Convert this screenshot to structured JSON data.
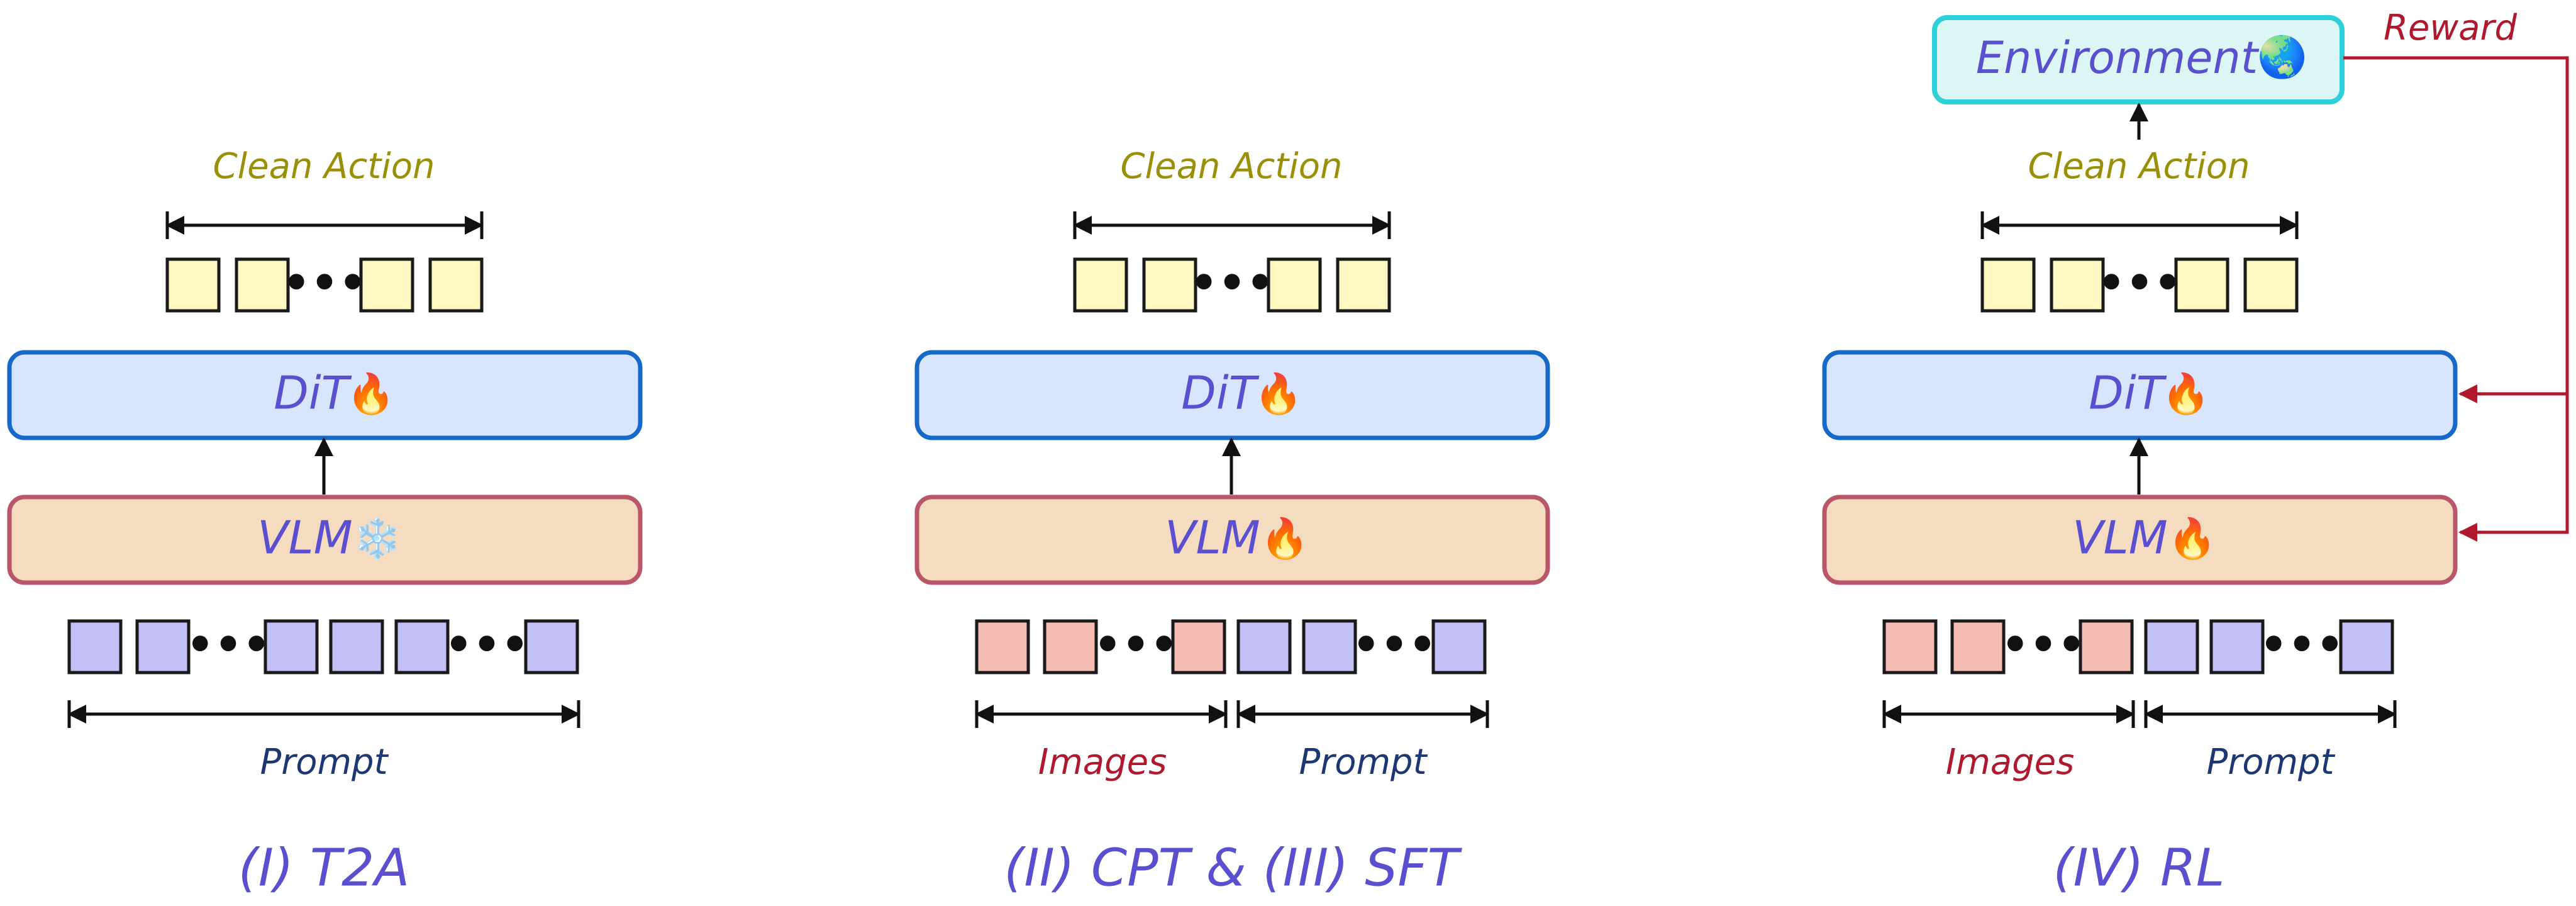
{
  "colors": {
    "action_fill": "#fff8c2",
    "token_stroke": "#1a1a1a",
    "prompt_fill": "#c3c0f8",
    "image_fill": "#f5bcb4",
    "dit_fill": "#d8e6fd",
    "dit_stroke": "#1769c9",
    "vlm_fill": "#f5dcc0",
    "vlm_stroke": "#b9566a",
    "env_fill": "#dcf5f5",
    "env_stroke": "#2cd0d8",
    "label_purple": "#5a4fcf",
    "label_olive": "#9a9008",
    "label_navy": "#1d3774",
    "label_red": "#b0182e",
    "reward": "#b0182e"
  },
  "icons": {
    "fire": "🔥",
    "snowflake": "❄️",
    "globe": "🌏",
    "ellipsis": "•••"
  },
  "panels": [
    {
      "caption": "(I) T2A",
      "action_label": "Clean Action",
      "dit_label": "DiT",
      "dit_icon": "fire-icon",
      "vlm_label": "VLM",
      "vlm_icon": "snowflake-icon",
      "input_groups": [
        {
          "kind": "prompt",
          "label": "Prompt",
          "tokens_before": 2,
          "tokens_after": 3,
          "trailing_ellipsis_tokens": 1
        }
      ]
    },
    {
      "caption": "(II) CPT & (III) SFT",
      "action_label": "Clean Action",
      "dit_label": "DiT",
      "dit_icon": "fire-icon",
      "vlm_label": "VLM",
      "vlm_icon": "fire-icon",
      "input_groups": [
        {
          "kind": "image",
          "label": "Images"
        },
        {
          "kind": "prompt",
          "label": "Prompt"
        }
      ]
    },
    {
      "caption": "(IV) RL",
      "action_label": "Clean Action",
      "dit_label": "DiT",
      "dit_icon": "fire-icon",
      "vlm_label": "VLM",
      "vlm_icon": "fire-icon",
      "environment_label": "Environment",
      "reward_label": "Reward",
      "input_groups": [
        {
          "kind": "image",
          "label": "Images"
        },
        {
          "kind": "prompt",
          "label": "Prompt"
        }
      ]
    }
  ]
}
